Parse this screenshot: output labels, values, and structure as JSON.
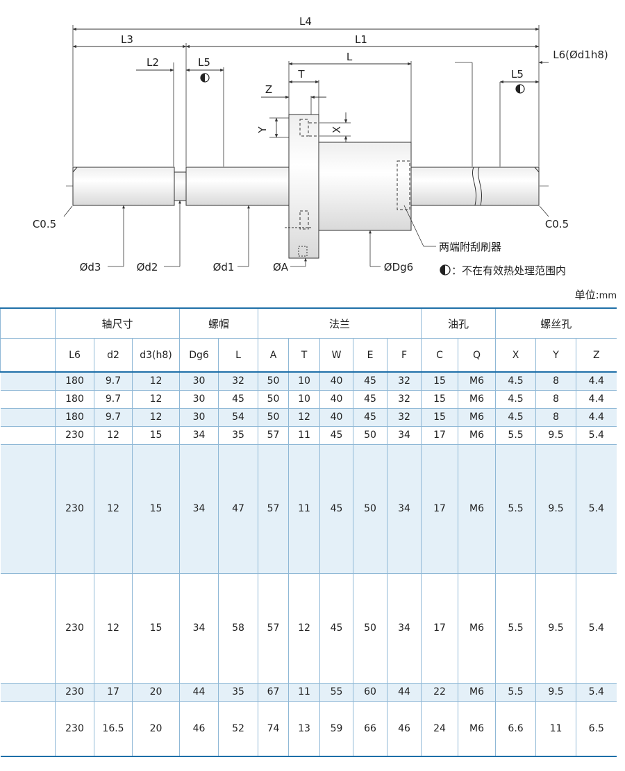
{
  "drawing": {
    "dims": {
      "L4": "L4",
      "L3": "L3",
      "L1": "L1",
      "L2": "L2",
      "L5": "L5",
      "L5b": "L5",
      "L": "L",
      "T": "T",
      "Z": "Z",
      "Y": "Y",
      "X": "X",
      "L6": "L6(Ød1h8)",
      "C05_left": "C0.5",
      "C05_right": "C0.5",
      "d3": "Ød3",
      "d2": "Ød2",
      "d1": "Ød1",
      "A": "ØA",
      "Dg6": "ØDg6"
    },
    "notes": {
      "wiper": "两端附刮刷器",
      "hardening": "：不在有效热处理范围内"
    }
  },
  "unit_label": "单位:",
  "unit_value": "mm",
  "table": {
    "groups": [
      "轴尺寸",
      "螺帽",
      "法兰",
      "油孔",
      "螺丝孔"
    ],
    "columns": [
      "L6",
      "d2",
      "d3(h8)",
      "Dg6",
      "L",
      "A",
      "T",
      "W",
      "E",
      "F",
      "C",
      "Q",
      "X",
      "Y",
      "Z"
    ],
    "rows": [
      [
        "180",
        "9.7",
        "12",
        "30",
        "32",
        "50",
        "10",
        "40",
        "45",
        "32",
        "15",
        "M6",
        "4.5",
        "8",
        "4.4"
      ],
      [
        "180",
        "9.7",
        "12",
        "30",
        "45",
        "50",
        "10",
        "40",
        "45",
        "32",
        "15",
        "M6",
        "4.5",
        "8",
        "4.4"
      ],
      [
        "180",
        "9.7",
        "12",
        "30",
        "54",
        "50",
        "12",
        "40",
        "45",
        "32",
        "15",
        "M6",
        "4.5",
        "8",
        "4.4"
      ],
      [
        "230",
        "12",
        "15",
        "34",
        "35",
        "57",
        "11",
        "45",
        "50",
        "34",
        "17",
        "M6",
        "5.5",
        "9.5",
        "5.4"
      ],
      [
        "230",
        "12",
        "15",
        "34",
        "47",
        "57",
        "11",
        "45",
        "50",
        "34",
        "17",
        "M6",
        "5.5",
        "9.5",
        "5.4"
      ],
      [
        "230",
        "12",
        "15",
        "34",
        "58",
        "57",
        "12",
        "45",
        "50",
        "34",
        "17",
        "M6",
        "5.5",
        "9.5",
        "5.4"
      ],
      [
        "230",
        "17",
        "20",
        "44",
        "35",
        "67",
        "11",
        "55",
        "60",
        "44",
        "22",
        "M6",
        "5.5",
        "9.5",
        "5.4"
      ],
      [
        "230",
        "16.5",
        "20",
        "46",
        "52",
        "74",
        "13",
        "59",
        "66",
        "46",
        "24",
        "M6",
        "6.6",
        "11",
        "6.5"
      ]
    ]
  },
  "colors": {
    "accent": "#1e6fa8",
    "row_shade": "#e4f0f8",
    "line": "#8fb8d6"
  }
}
